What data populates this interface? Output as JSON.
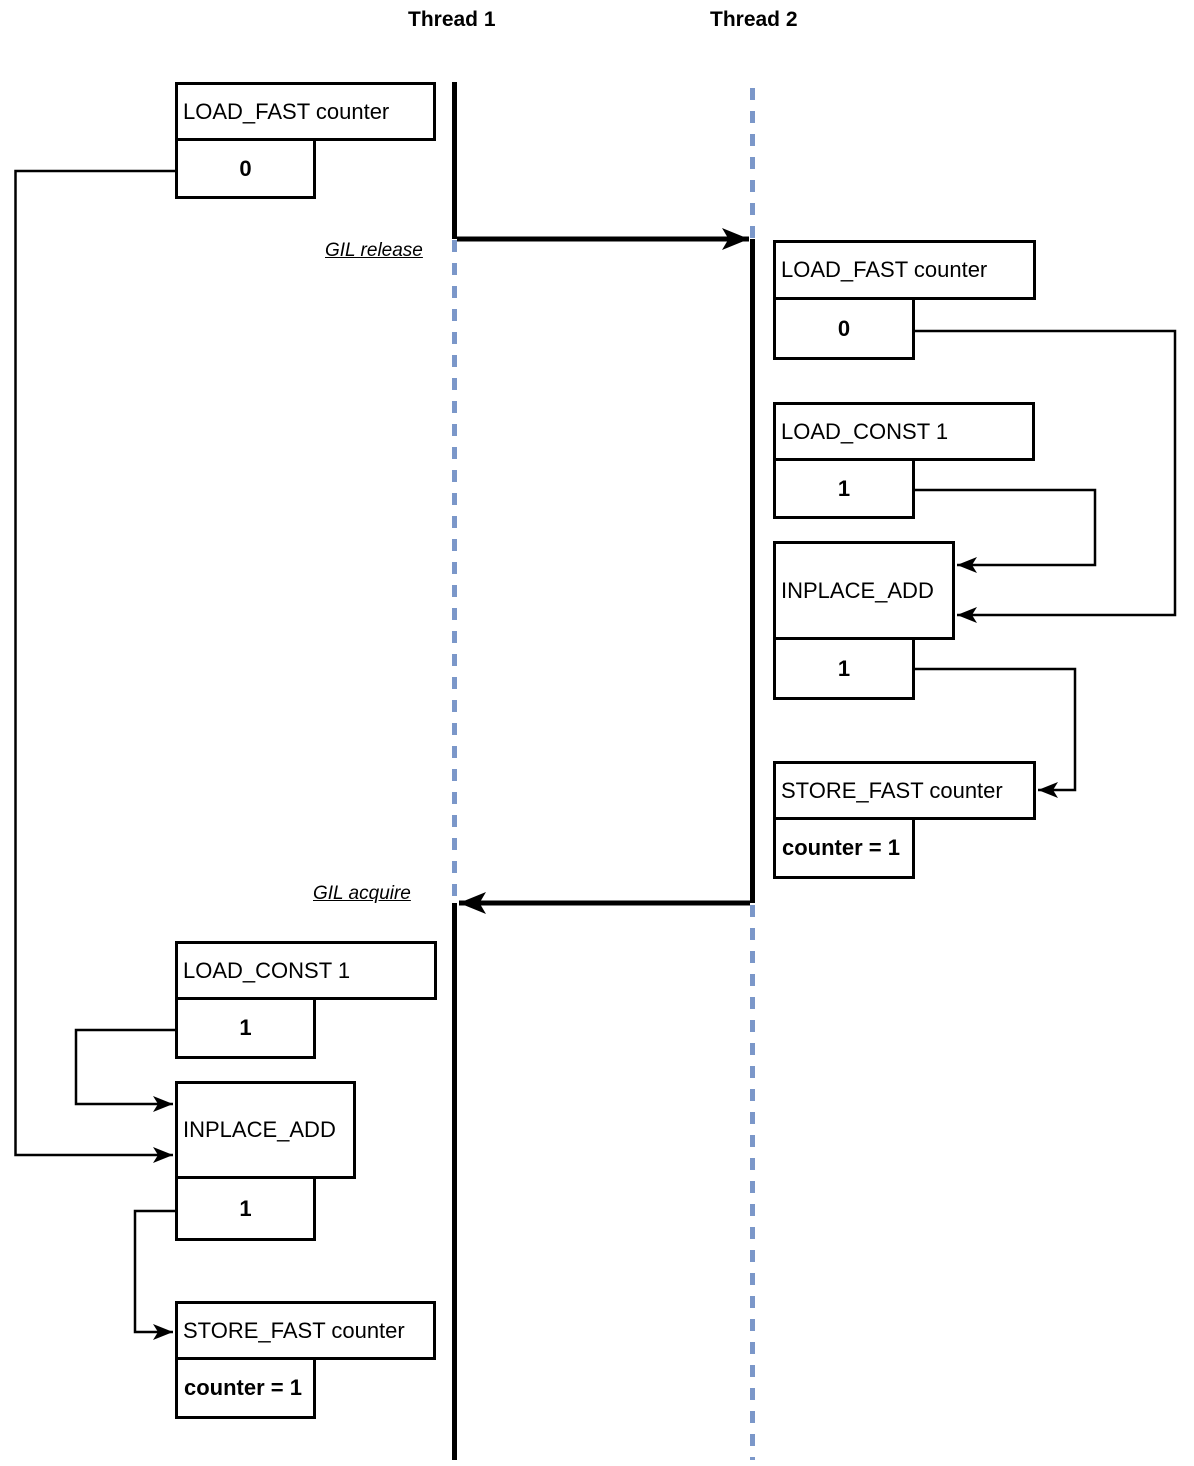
{
  "diagram": {
    "headers": {
      "thread1": "Thread 1",
      "thread2": "Thread 2"
    },
    "labels": {
      "gil_release": "GIL release",
      "gil_acquire": "GIL acquire"
    },
    "thread1": {
      "ops": [
        {
          "name": "LOAD_FAST counter",
          "value": "0"
        },
        {
          "name": "LOAD_CONST 1",
          "value": "1"
        },
        {
          "name": "INPLACE_ADD",
          "value": "1"
        },
        {
          "name": "STORE_FAST counter",
          "value": "counter = 1"
        }
      ]
    },
    "thread2": {
      "ops": [
        {
          "name": "LOAD_FAST counter",
          "value": "0"
        },
        {
          "name": "LOAD_CONST 1",
          "value": "1"
        },
        {
          "name": "INPLACE_ADD",
          "value": "1"
        },
        {
          "name": "STORE_FAST counter",
          "value": "counter = 1"
        }
      ]
    },
    "colors": {
      "timeline_active": "#000000",
      "gil_wait_dash": "#7b97c9",
      "box_border": "#000000",
      "box_fill": "#ffffff",
      "text": "#000000"
    }
  }
}
